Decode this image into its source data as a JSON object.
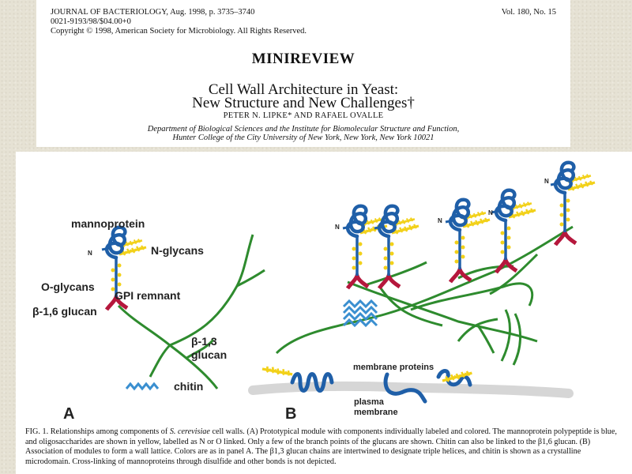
{
  "header": {
    "journal": "JOURNAL OF BACTERIOLOGY, Aug. 1998, p. 3735–3740",
    "volume": "Vol. 180, No. 15",
    "code": "0021-9193/98/$04.00+0",
    "copyright": "Copyright © 1998, American Society for Microbiology. All Rights Reserved.",
    "section": "MINIREVIEW",
    "title_line1": "Cell Wall Architecture in Yeast:",
    "title_line2": "New Structure and New Challenges†",
    "authors": "PETER N. LIPKE* AND RAFAEL OVALLE",
    "affiliation_line1": "Department of Biological Sciences and the Institute for Biomolecular Structure and Function,",
    "affiliation_line2": "Hunter College of the City University of New York, New York, New York 10021"
  },
  "figure": {
    "panel_a": {
      "panel_label": "A",
      "mannoprotein": "mannoprotein",
      "n_glycans": "N-glycans",
      "o_glycans": "O-glycans",
      "gpi_remnant": "GPI remnant",
      "beta16": "β-1,6 glucan",
      "beta13_line1": "β-1,3",
      "beta13_line2": "glucan",
      "chitin": "chitin",
      "n_marker": "N"
    },
    "panel_b": {
      "panel_label": "B",
      "membrane_proteins": "membrane proteins",
      "plasma_line1": "plasma",
      "plasma_line2": "membrane",
      "n_marker": "N"
    },
    "caption_fig": "FIG. 1.",
    "caption_p1": " Relationships among components of ",
    "caption_species": "S. cerevisiae",
    "caption_p2": " cell walls. (A) Prototypical module with components individually labeled and colored. The mannoprotein polypeptide is blue, and oligosaccharides are shown in yellow, labelled as N or O linked. Only a few of the branch points of the glucans are shown. Chitin can also be linked to the β1,6 glucan. (B) Association of modules to form a wall lattice. Colors are as in panel A. The β1,3 glucan chains are intertwined to designate triple helices, and chitin is shown as a crystalline microdomain. Cross-linking of mannoproteins through disulfide and other bonds is not depicted."
  },
  "colors": {
    "protein": "#1f5fa8",
    "glycan": "#f2d11a",
    "gpi": "#b5173c",
    "glucan": "#2e8b2e",
    "chitin": "#3a8fd0",
    "membrane": "#d6d6d6"
  }
}
